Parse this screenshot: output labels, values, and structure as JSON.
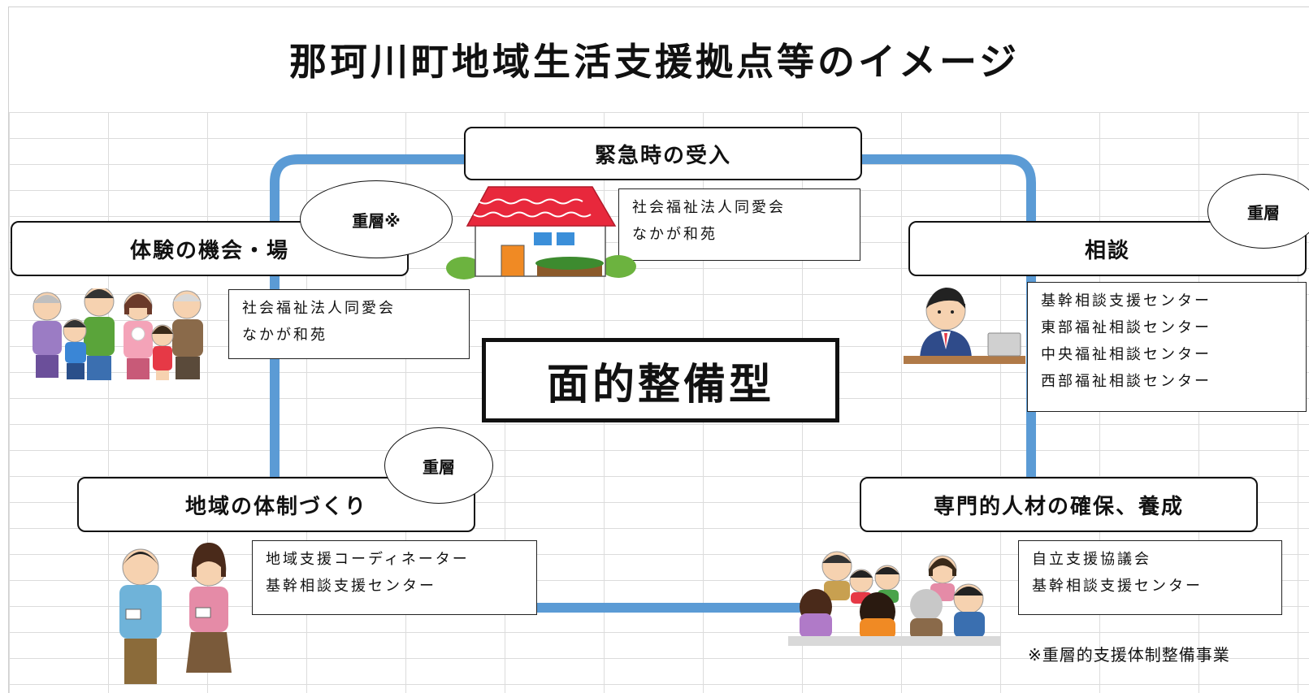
{
  "title": "那珂川町地域生活支援拠点等のイメージ",
  "center_label": "面的整備型",
  "emergency": {
    "label": "緊急時の受入",
    "info": [
      "社会福祉法人同愛会",
      "なかが和苑"
    ]
  },
  "experience": {
    "label": "体験の機会・場",
    "badge": "重層※",
    "info": [
      "社会福祉法人同愛会",
      "なかが和苑"
    ]
  },
  "consultation": {
    "label": "相談",
    "badge": "重層",
    "info": [
      "基幹相談支援センター",
      "東部福祉相談センター",
      "中央福祉相談センター",
      "西部福祉相談センター"
    ]
  },
  "community": {
    "label": "地域の体制づくり",
    "badge": "重層",
    "info": [
      "地域支援コーディネーター",
      "基幹相談支援センター"
    ]
  },
  "specialists": {
    "label": "専門的人材の確保、養成",
    "info": [
      "自立支援協議会",
      "基幹相談支援センター"
    ]
  },
  "footnote": "※重層的支援体制整備事業",
  "colors": {
    "loop": "#5b9bd5",
    "roof": "#e8283c",
    "border": "#111111"
  },
  "icons": [
    "house-illustration",
    "family-illustration",
    "consultant-illustration",
    "staff-illustration",
    "meeting-illustration"
  ]
}
